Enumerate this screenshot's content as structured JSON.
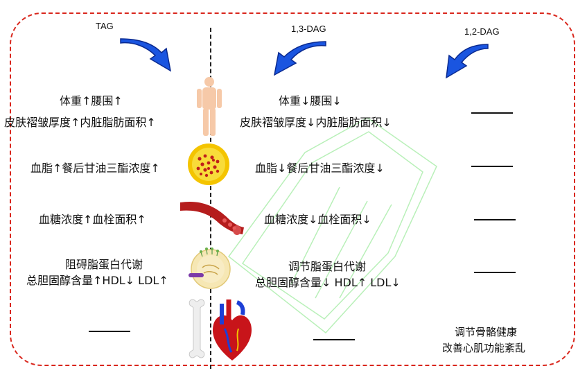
{
  "headers": {
    "tag": "TAG",
    "dag13": "1,3-DAG",
    "dag12": "1,2-DAG"
  },
  "tag_effects": {
    "r1": "体重↑腰围↑",
    "r2": "皮肤褶皱厚度↑内脏脂肪面积↑",
    "r3": "血脂↑餐后甘油三酯浓度↑",
    "r4": "血糖浓度↑血栓面积↑",
    "r5a": "阻碍脂蛋白代谢",
    "r5b": "总胆固醇含量↑HDL↓ LDL↑"
  },
  "dag13_effects": {
    "r1": "体重↓腰围↓",
    "r2": "皮肤褶皱厚度↓内脏脂肪面积↓",
    "r3": "血脂↓餐后甘油三酯浓度↓",
    "r4": "血糖浓度↓血栓面积↓",
    "r5a": "调节脂蛋白代谢",
    "r5b": "总胆固醇含量↓ HDL↑  LDL↓"
  },
  "dag12_effects": {
    "r6a": "调节骨骼健康",
    "r6b": "改善心肌功能紊乱"
  },
  "colors": {
    "frame": "#d9261c",
    "arrow": "#1a55e0",
    "watermark": "#b9f0b9"
  },
  "icons": [
    "human-body-icon",
    "blood-lipid-cell-icon",
    "blood-vessel-icon",
    "lipoprotein-icon",
    "bone-icon",
    "heart-icon"
  ]
}
